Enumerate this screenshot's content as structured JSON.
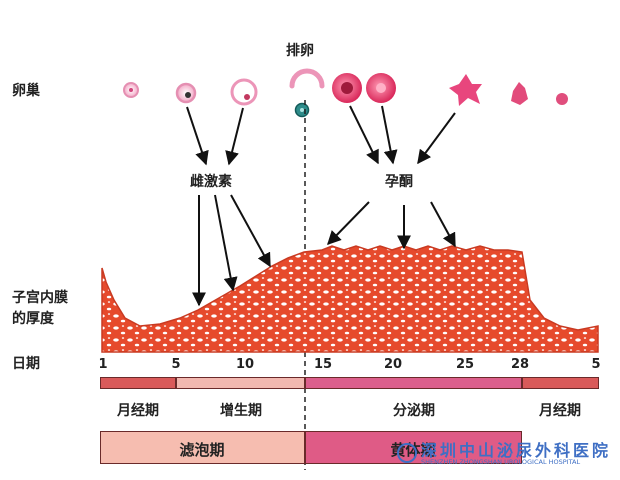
{
  "labels": {
    "ovary": "卵巢",
    "endometrium_line1": "子宫内膜",
    "endometrium_line2": "的厚度",
    "dates": "日期",
    "ovulation": "排卵",
    "estrogen": "雌激素",
    "progesterone": "孕酮"
  },
  "days": [
    "1",
    "5",
    "10",
    "15",
    "20",
    "25",
    "28",
    "5"
  ],
  "phases_row1": {
    "menstrual_a": "月经期",
    "proliferative": "增生期",
    "secretory": "分泌期",
    "menstrual_b": "月经期"
  },
  "phases_row2": {
    "follicular": "滤泡期",
    "luteal": "黄体期"
  },
  "watermark": {
    "cn": "深圳中山泌尿外科医院",
    "en": "SHENZHEN ZHONGSHAN UROLOGICAL HOSPITAL"
  },
  "colors": {
    "menstrual": "#d95a5a",
    "proliferative": "#f2b8b0",
    "secretory": "#dc5f8c",
    "follicular": "#f6bdb0",
    "luteal": "#df5b86",
    "endometrium": "#e8553a",
    "watermark": "#3f6fc4"
  },
  "icons": [
    "follicle-icon",
    "ovum-icon",
    "corpus-luteum-icon",
    "arrow-icon"
  ]
}
